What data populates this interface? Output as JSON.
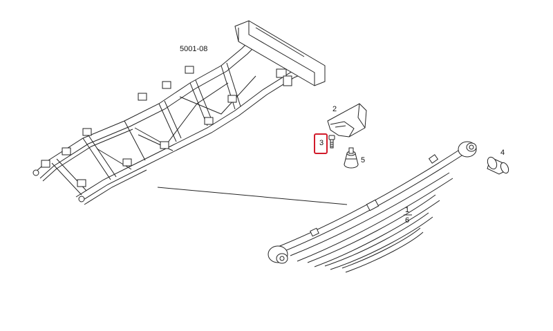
{
  "diagram": {
    "assembly_ref": "5001-08",
    "labels": {
      "bracket": "2",
      "bolt": "3",
      "bushing": "4",
      "bump_stop": "5",
      "spring_top": "1",
      "spring_bottom": "6"
    },
    "highlighted_label": "3",
    "highlight_color": "#d11a2a",
    "line_color": "#222222",
    "background": "#ffffff"
  }
}
